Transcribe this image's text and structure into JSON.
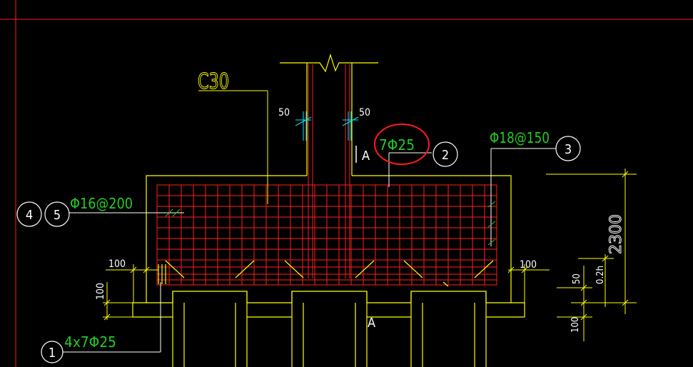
{
  "drawing": {
    "background": "#000000",
    "colors": {
      "concrete_outline": "#ffff00",
      "rebar": "#ff2020",
      "annotation_text": "#22cc22",
      "dimension": "#ffff00",
      "dimension_text": "#ffffff",
      "tie_mark": "#00e5ff",
      "highlight_circle": "#ff1a1a",
      "frame": "#ff2020"
    },
    "labels": {
      "concrete_grade": "C30",
      "cover_left": "50",
      "cover_right": "50",
      "section_mark_top": "A",
      "section_mark_bottom": "A",
      "bar_top_main": "7Φ25",
      "bar_stirrup_right": "Φ18@150",
      "bar_side": "Φ16@200",
      "bar_bottom": "4x7Φ25",
      "dim_left_100": "100",
      "dim_right_100": "100",
      "dim_vertical_100_left": "100",
      "dim_height": "2300",
      "dim_50": "50",
      "dim_02h": "0.2h",
      "dim_vertical_100_right": "100"
    },
    "callouts": {
      "c1": "1",
      "c2": "2",
      "c3": "3",
      "c4": "4",
      "c5": "5"
    }
  }
}
